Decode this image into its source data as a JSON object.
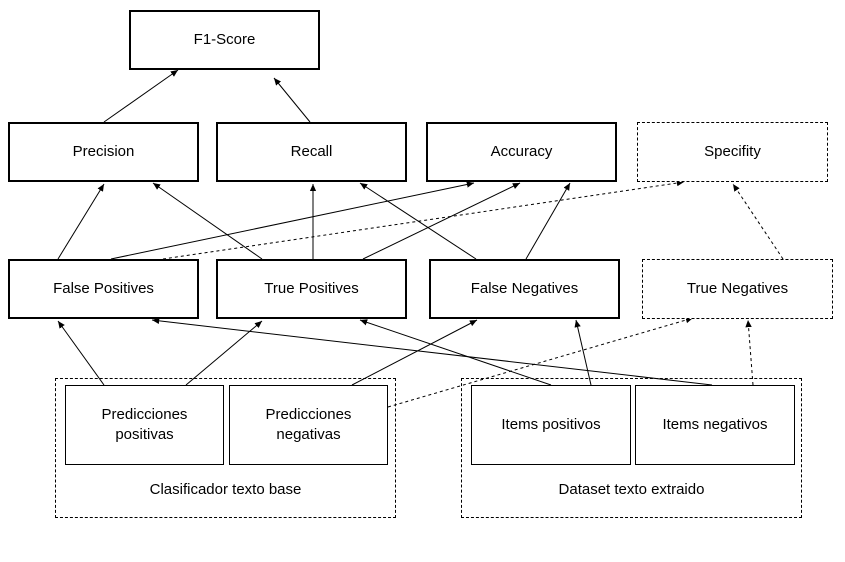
{
  "nodes": {
    "f1_score": "F1-Score",
    "precision": "Precision",
    "recall": "Recall",
    "accuracy": "Accuracy",
    "specifity": "Specifity",
    "false_positives": "False Positives",
    "true_positives": "True Positives",
    "false_negatives": "False Negatives",
    "true_negatives": "True Negatives",
    "predicciones_positivas": "Predicciones positivas",
    "predicciones_negativas": "Predicciones negativas",
    "items_positivos": "Items positivos",
    "items_negativos": "Items negativos"
  },
  "groups": {
    "clasificador": "Clasificador texto base",
    "dataset": "Dataset texto extraido"
  },
  "edges": [
    {
      "from": "precision",
      "to": "f1_score",
      "style": "solid"
    },
    {
      "from": "recall",
      "to": "f1_score",
      "style": "solid"
    },
    {
      "from": "false_positives",
      "to": "precision",
      "style": "solid"
    },
    {
      "from": "true_positives",
      "to": "precision",
      "style": "solid"
    },
    {
      "from": "true_positives",
      "to": "recall",
      "style": "solid"
    },
    {
      "from": "false_negatives",
      "to": "recall",
      "style": "solid"
    },
    {
      "from": "false_positives",
      "to": "accuracy",
      "style": "solid"
    },
    {
      "from": "true_positives",
      "to": "accuracy",
      "style": "solid"
    },
    {
      "from": "false_negatives",
      "to": "accuracy",
      "style": "solid"
    },
    {
      "from": "false_positives",
      "to": "specifity",
      "style": "dashed"
    },
    {
      "from": "true_negatives",
      "to": "specifity",
      "style": "dashed"
    },
    {
      "from": "predicciones_positivas",
      "to": "false_positives",
      "style": "solid"
    },
    {
      "from": "predicciones_positivas",
      "to": "true_positives",
      "style": "solid"
    },
    {
      "from": "predicciones_negativas",
      "to": "false_negatives",
      "style": "solid"
    },
    {
      "from": "predicciones_negativas",
      "to": "true_negatives",
      "style": "dashed"
    },
    {
      "from": "items_positivos",
      "to": "true_positives",
      "style": "solid"
    },
    {
      "from": "items_positivos",
      "to": "false_negatives",
      "style": "solid"
    },
    {
      "from": "items_negativos",
      "to": "false_positives",
      "style": "solid"
    },
    {
      "from": "items_negativos",
      "to": "true_negatives",
      "style": "dashed"
    }
  ]
}
